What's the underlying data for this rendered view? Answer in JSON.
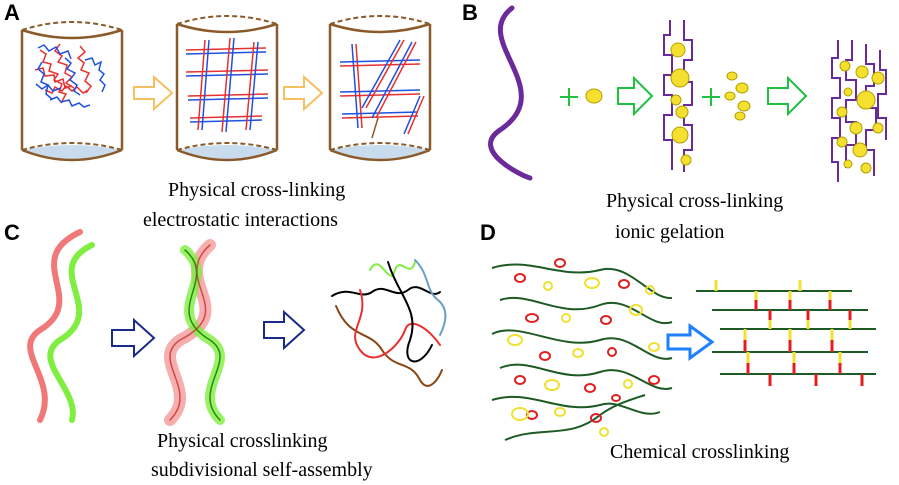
{
  "panels": {
    "a": {
      "letter": "A",
      "caption_line1": "Physical cross-linking",
      "caption_line2": "electrostatic interactions"
    },
    "b": {
      "letter": "B",
      "caption_line1": "Physical cross-linking",
      "caption_line2": "ionic gelation"
    },
    "c": {
      "letter": "C",
      "caption_line1": "Physical crosslinking",
      "caption_line2": "subdivisional self-assembly"
    },
    "d": {
      "letter": "D",
      "caption_line1": "Chemical crosslinking"
    }
  },
  "colors": {
    "cylinder": "#8B5A2B",
    "cylinder_base": "#c9dced",
    "polymer_red": "#e83030",
    "polymer_blue": "#2050e0",
    "arrow_orange": "#f5c060",
    "purple_chain": "#6a2a9a",
    "ion_yellow": "#f5e030",
    "arrow_green": "#20c040",
    "helix_red": "#f07878",
    "helix_green": "#80ee40",
    "arrow_navy": "#1a2a8a",
    "chain_darkgreen": "#1d5a24",
    "node_red": "#e02020",
    "node_yellow": "#f0e030",
    "arrow_blue": "#1e80ff"
  }
}
